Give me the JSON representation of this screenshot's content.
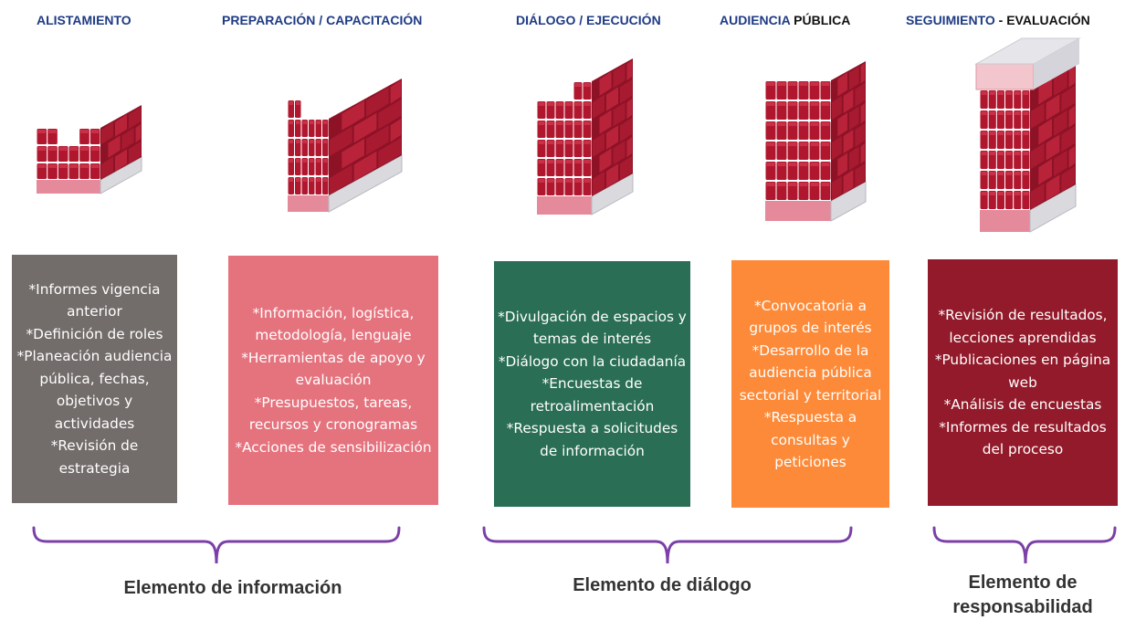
{
  "stages": [
    {
      "title": "ALISTAMIENTO",
      "title_dark": ""
    },
    {
      "title": "PREPARACIÓN / CAPACITACIÓN",
      "title_dark": ""
    },
    {
      "title": "DIÁLOGO / EJECUCIÓN",
      "title_dark": ""
    },
    {
      "title": "AUDIENCIA",
      "title_dark": " PÚBLICA"
    },
    {
      "title": "SEGUIMIENTO",
      "title_dark": " - EVALUACIÓN"
    }
  ],
  "boxes": [
    {
      "color": "#726c6a",
      "items": [
        "*Informes vigencia anterior",
        "*Definición de roles",
        "*Planeación audiencia pública, fechas, objetivos y actividades",
        "*Revisión de estrategia"
      ]
    },
    {
      "color": "#e5737e",
      "items": [
        "*Información, logística, metodología, lenguaje",
        "*Herramientas de apoyo y evaluación",
        "*Presupuestos, tareas, recursos y cronogramas",
        "*Acciones de sensibilización"
      ]
    },
    {
      "color": "#2a6e55",
      "items": [
        "*Divulgación de espacios y temas de interés",
        "*Diálogo con la ciudadanía",
        "*Encuestas de retroalimentación",
        "*Respuesta a solicitudes de información"
      ]
    },
    {
      "color": "#fd8a38",
      "items": [
        "*Convocatoria a grupos de interés",
        "*Desarrollo de la audiencia pública sectorial y territorial",
        "*Respuesta a consultas y peticiones"
      ]
    },
    {
      "color": "#921a2a",
      "items": [
        "*Revisión de resultados, lecciones aprendidas",
        "*Publicaciones en página web",
        "*Análisis de encuestas",
        "*Informes de resultados del proceso"
      ]
    }
  ],
  "elements": [
    {
      "label": "Elemento de información"
    },
    {
      "label": "Elemento de diálogo"
    },
    {
      "label": "Elemento de responsabilidad"
    }
  ],
  "colors": {
    "brace": "#7b3fa7",
    "stage_title": "#1f3b84",
    "brick": "#b0172e"
  }
}
